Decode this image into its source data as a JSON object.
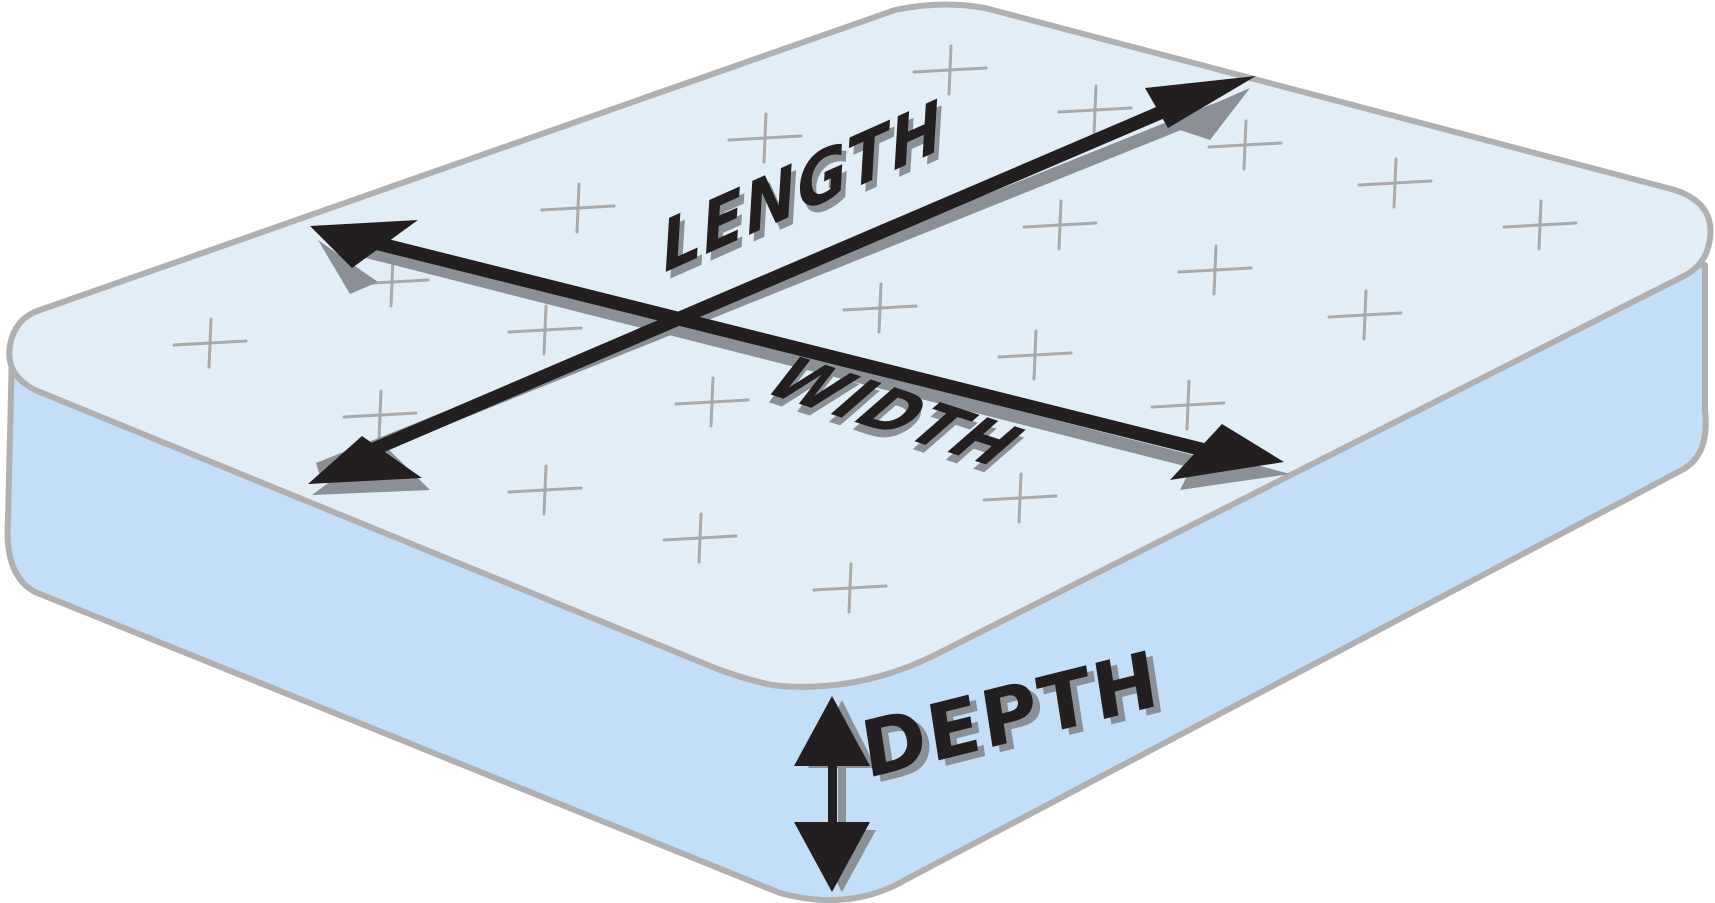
{
  "diagram": {
    "labels": {
      "length": "LENGTH",
      "width": "WIDTH",
      "depth": "DEPTH"
    },
    "icons": {
      "length_arrow": "double-headed-arrow",
      "width_arrow": "double-headed-arrow",
      "depth_arrow": "double-headed-arrow",
      "quilt_stitch": "plus-sign"
    },
    "colors": {
      "top_surface": "#e1eef8",
      "side_surface": "#c2dff7",
      "outline": "#b0b0b0",
      "arrow": "#231f20",
      "arrow_shadow": "#8a9096",
      "stitch": "#a9a9a9"
    }
  }
}
